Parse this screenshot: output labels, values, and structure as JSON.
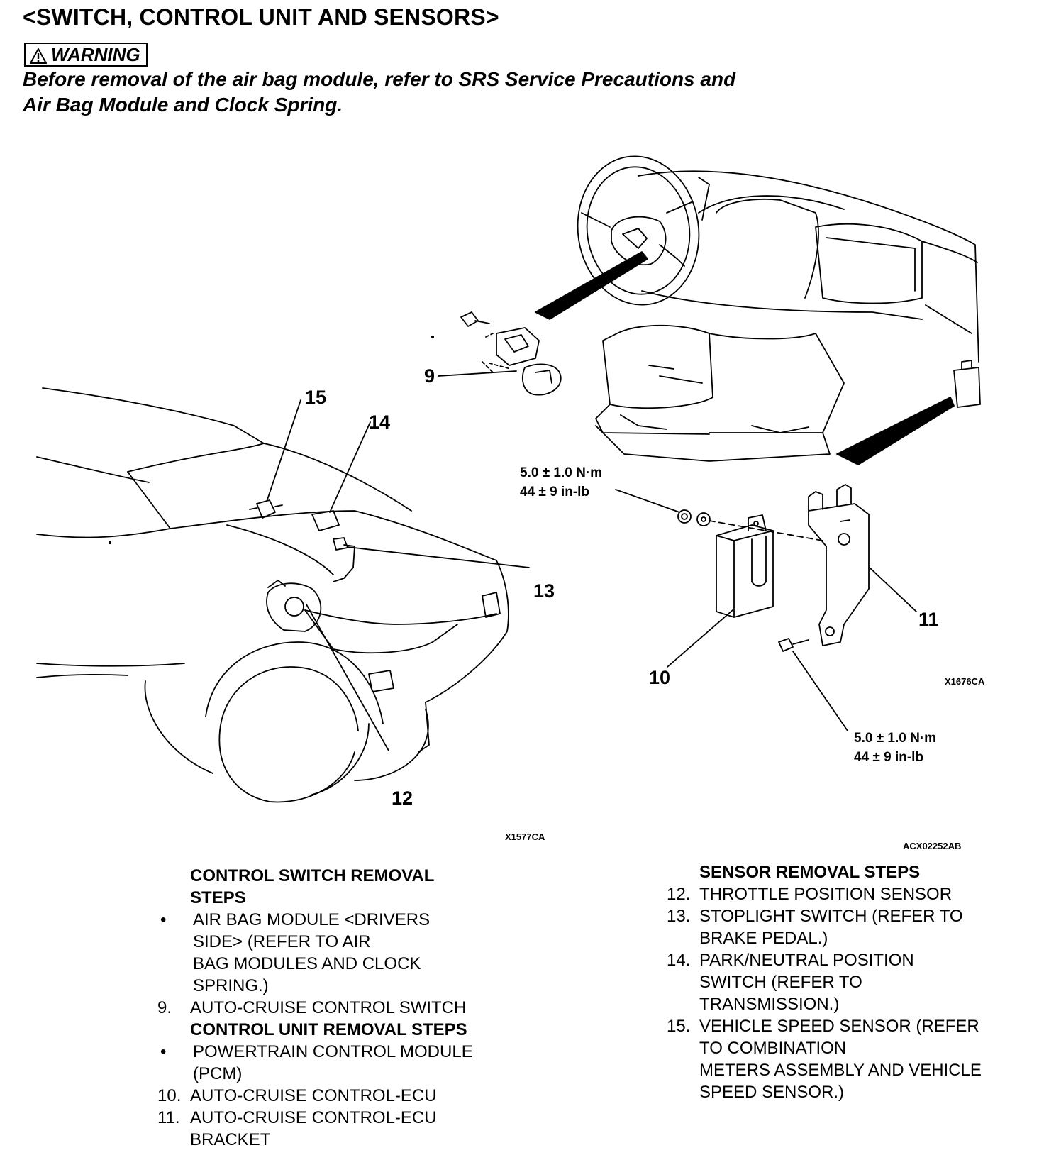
{
  "title": "<SWITCH, CONTROL UNIT AND SENSORS>",
  "warning": {
    "label": "WARNING",
    "text_line1": "Before removal of the air bag module, refer to SRS Service Precautions and",
    "text_line2": "Air Bag Module and Clock Spring."
  },
  "diagram": {
    "callouts": {
      "c9": "9",
      "c10": "10",
      "c11": "11",
      "c12": "12",
      "c13": "13",
      "c14": "14",
      "c15": "15"
    },
    "torque_top": {
      "line1": "5.0 ± 1.0 N·m",
      "line2": "44 ± 9 in-lb"
    },
    "torque_bottom": {
      "line1": "5.0 ± 1.0 N·m",
      "line2": "44 ± 9 in-lb"
    },
    "codes": {
      "left": "X1577CA",
      "right": "X1676CA",
      "figure": "ACX02252AB"
    },
    "warning_icon": "warning-triangle-icon",
    "bullet_icon": "bullet-dot-icon"
  },
  "left_column": {
    "heading1_line1": "CONTROL SWITCH REMOVAL",
    "heading1_line2": "STEPS",
    "item_airbag": {
      "marker": "•",
      "lines": [
        "AIR BAG MODULE <DRIVERS",
        "SIDE> (REFER TO AIR",
        "BAG MODULES AND CLOCK",
        "SPRING.)"
      ]
    },
    "item9": {
      "num": "9.",
      "text": "AUTO-CRUISE CONTROL SWITCH"
    },
    "heading2": "CONTROL UNIT REMOVAL STEPS",
    "item_pcm": {
      "marker": "•",
      "lines": [
        "POWERTRAIN CONTROL MODULE",
        "(PCM)"
      ]
    },
    "item10": {
      "num": "10.",
      "text": "AUTO-CRUISE CONTROL-ECU"
    },
    "item11": {
      "num": "11.",
      "lines": [
        "AUTO-CRUISE CONTROL-ECU",
        "BRACKET"
      ]
    }
  },
  "right_column": {
    "heading": "SENSOR REMOVAL STEPS",
    "item12": {
      "num": "12.",
      "lines": [
        "THROTTLE POSITION SENSOR"
      ]
    },
    "item13": {
      "num": "13.",
      "lines": [
        "STOPLIGHT SWITCH (REFER TO",
        "BRAKE PEDAL.)"
      ]
    },
    "item14": {
      "num": "14.",
      "lines": [
        "PARK/NEUTRAL POSITION",
        "SWITCH (REFER TO",
        "TRANSMISSION.)"
      ]
    },
    "item15": {
      "num": "15.",
      "lines": [
        "VEHICLE SPEED SENSOR (REFER",
        "TO COMBINATION",
        "METERS ASSEMBLY AND VEHICLE",
        "SPEED SENSOR.)"
      ]
    }
  }
}
